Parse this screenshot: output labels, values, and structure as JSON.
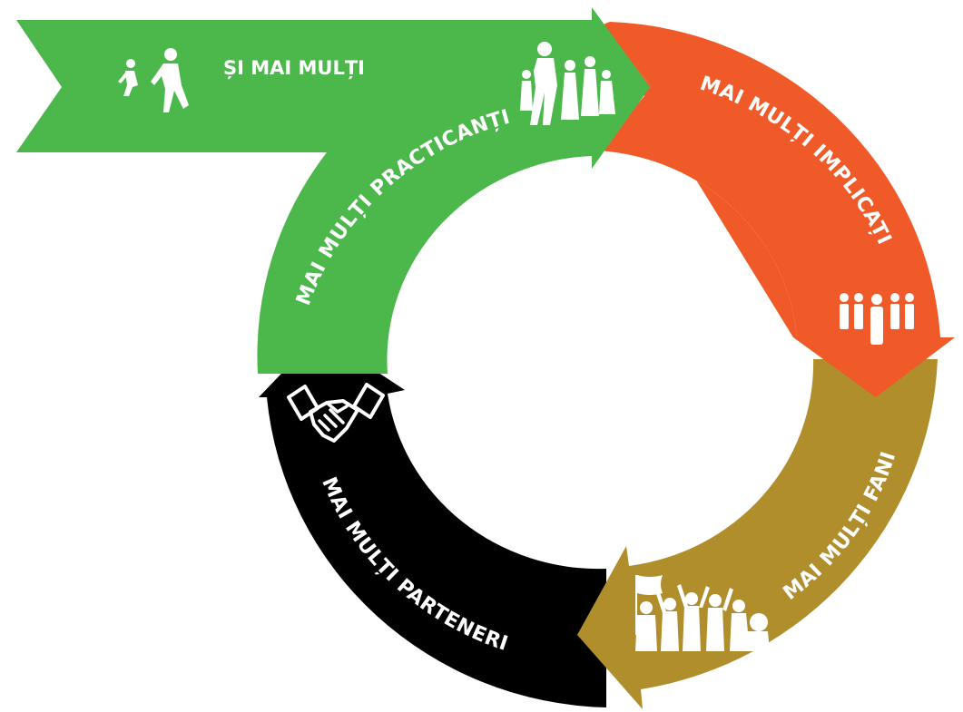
{
  "colors": {
    "green": "#4cb84c",
    "orange": "#f05a28",
    "gold": "#b08e2c",
    "black": "#000000",
    "text": "#ffffff",
    "background": "#ffffff"
  },
  "banner": {
    "label": "ȘI MAI MULȚI",
    "icon": "runners-icon"
  },
  "segments": [
    {
      "id": "practicanti",
      "label": "MAI MULȚI PRACTICANȚI",
      "color": "green",
      "icon": "running-crowd-icon"
    },
    {
      "id": "implicati",
      "label": "MAI MULȚI IMPLICAȚI",
      "color": "orange",
      "icon": "people-group-icon"
    },
    {
      "id": "fani",
      "label": "MAI MULȚI FANI",
      "color": "gold",
      "icon": "cheering-fans-icon"
    },
    {
      "id": "parteneri",
      "label": "MAI MULȚI PARTENERI",
      "color": "black",
      "icon": "handshake-icon"
    }
  ]
}
